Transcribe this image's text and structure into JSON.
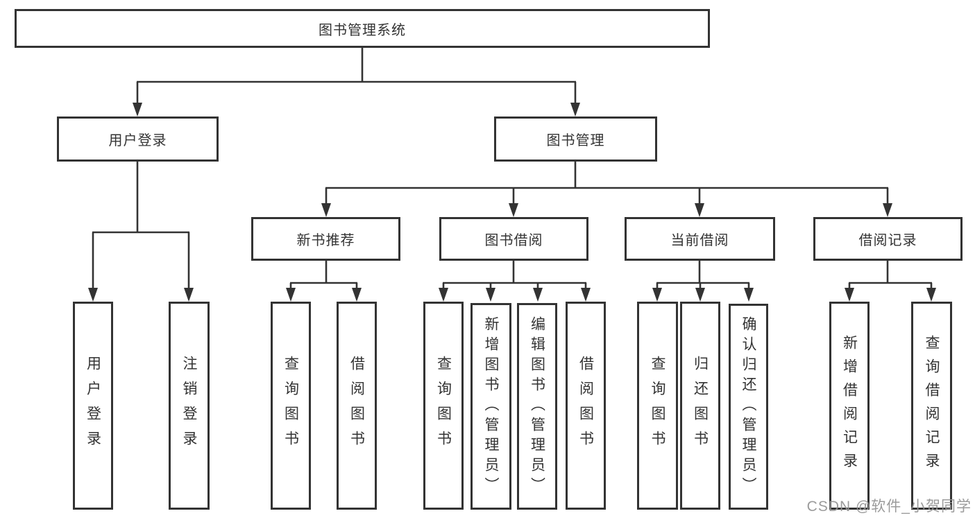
{
  "diagram": {
    "type": "hierarchy-tree",
    "colors": {
      "line": "#333333",
      "box_border": "#333333",
      "box_fill": "#ffffff",
      "text": "#333333",
      "watermark": "#969696"
    },
    "nodes": {
      "root": {
        "label": "图书管理系统"
      },
      "user_login": {
        "label": "用户登录"
      },
      "book_mgmt": {
        "label": "图书管理"
      },
      "new_book": {
        "label": "新书推荐"
      },
      "book_borrow": {
        "label": "图书借阅"
      },
      "current_borrow": {
        "label": "当前借阅"
      },
      "borrow_record": {
        "label": "借阅记录"
      },
      "leaf_user_login": {
        "label": "用户登录"
      },
      "leaf_logout": {
        "label": "注销登录"
      },
      "leaf_nb_query": {
        "label": "查询图书"
      },
      "leaf_nb_borrow": {
        "label": "借阅图书"
      },
      "leaf_bb_query": {
        "label": "查询图书"
      },
      "leaf_bb_add": {
        "label": "新增图书（管理员）"
      },
      "leaf_bb_edit": {
        "label": "编辑图书（管理员）"
      },
      "leaf_bb_borrow": {
        "label": "借阅图书"
      },
      "leaf_cb_query": {
        "label": "查询图书"
      },
      "leaf_cb_return": {
        "label": "归还图书"
      },
      "leaf_cb_confirm": {
        "label": "确认归还（管理员）"
      },
      "leaf_br_add": {
        "label": "新增借阅记录"
      },
      "leaf_br_query": {
        "label": "查询借阅记录"
      }
    },
    "edges": [
      [
        "root",
        "user_login"
      ],
      [
        "root",
        "book_mgmt"
      ],
      [
        "user_login",
        "leaf_user_login"
      ],
      [
        "user_login",
        "leaf_logout"
      ],
      [
        "book_mgmt",
        "new_book"
      ],
      [
        "book_mgmt",
        "book_borrow"
      ],
      [
        "book_mgmt",
        "current_borrow"
      ],
      [
        "book_mgmt",
        "borrow_record"
      ],
      [
        "new_book",
        "leaf_nb_query"
      ],
      [
        "new_book",
        "leaf_nb_borrow"
      ],
      [
        "book_borrow",
        "leaf_bb_query"
      ],
      [
        "book_borrow",
        "leaf_bb_add"
      ],
      [
        "book_borrow",
        "leaf_bb_edit"
      ],
      [
        "book_borrow",
        "leaf_bb_borrow"
      ],
      [
        "current_borrow",
        "leaf_cb_query"
      ],
      [
        "current_borrow",
        "leaf_cb_return"
      ],
      [
        "current_borrow",
        "leaf_cb_confirm"
      ],
      [
        "borrow_record",
        "leaf_br_add"
      ],
      [
        "borrow_record",
        "leaf_br_query"
      ]
    ],
    "watermark": "CSDN @软件_小贺同学"
  }
}
